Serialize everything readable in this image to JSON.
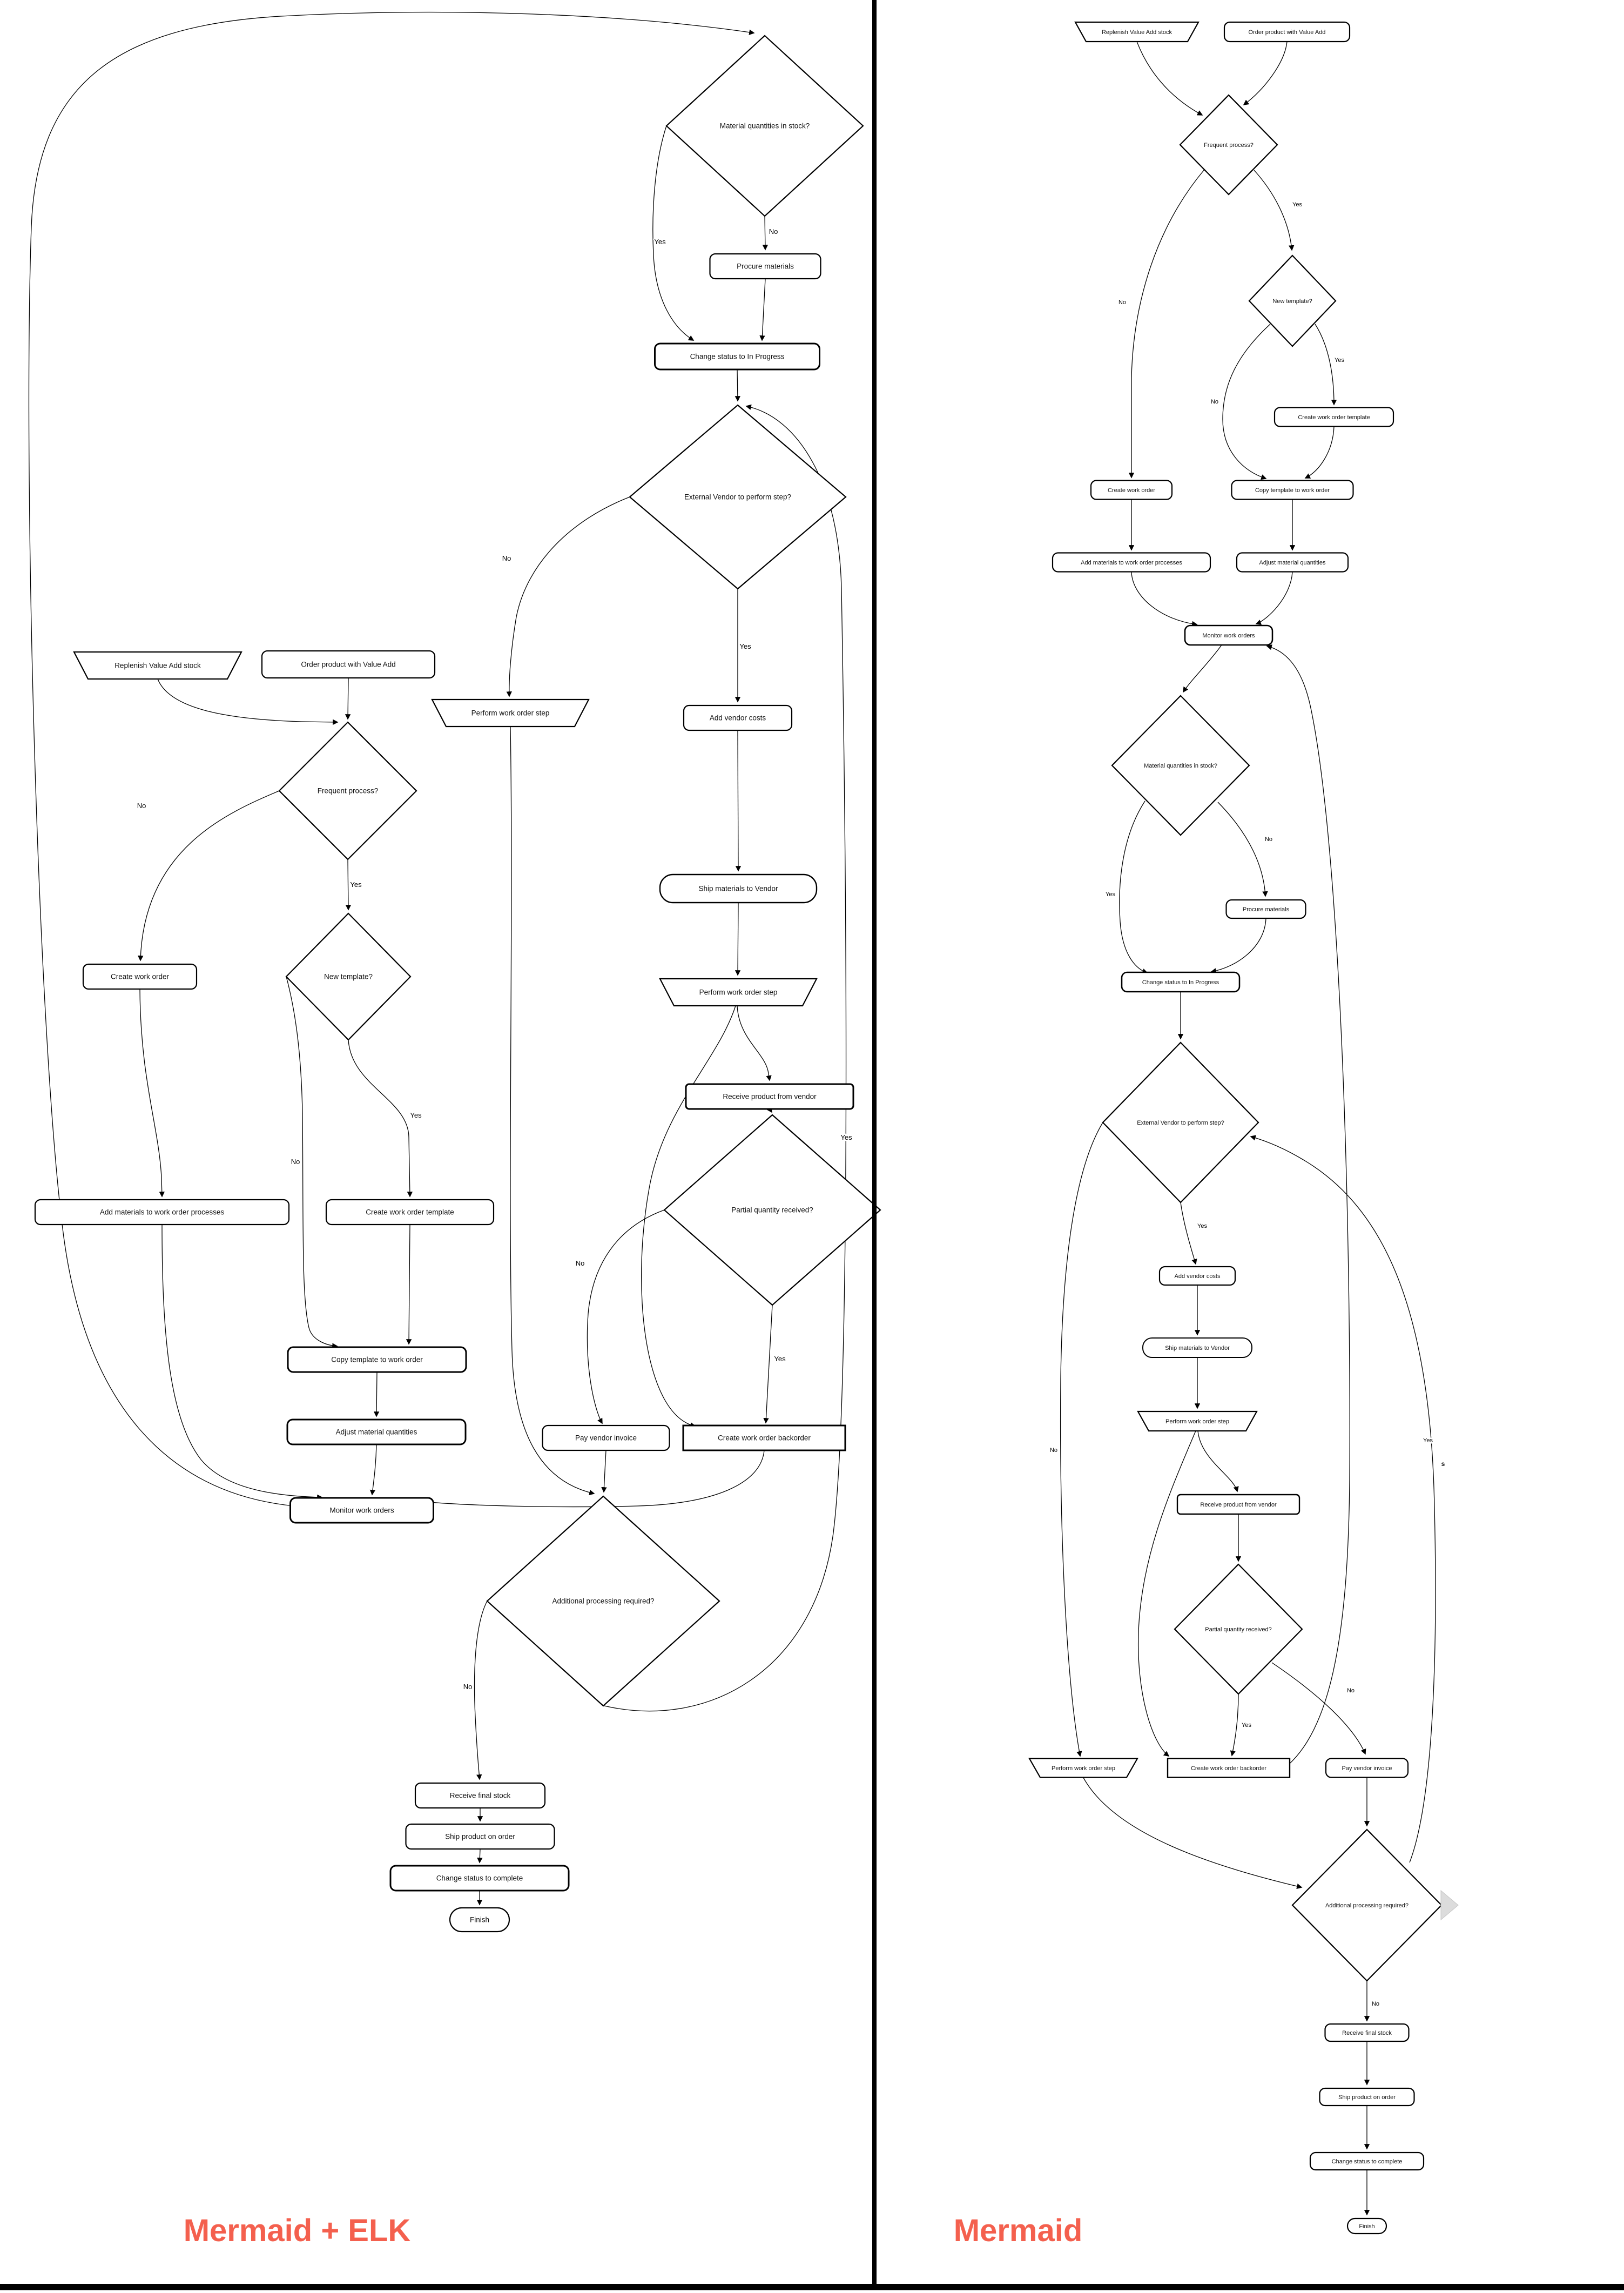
{
  "page": {
    "background": "#ffffff"
  },
  "captions": {
    "left": "Mermaid + ELK",
    "right": "Mermaid",
    "color": "#f4604e"
  },
  "stray_edge_label": "s",
  "flowcharts": {
    "elk": {
      "title": "Mermaid + ELK",
      "nodes": [
        {
          "id": "replenish",
          "label": "Replenish Value Add stock",
          "shape": "trapezoid"
        },
        {
          "id": "order_product",
          "label": "Order product with Value Add",
          "shape": "rounded"
        },
        {
          "id": "frequent",
          "label": "Frequent process?",
          "shape": "diamond"
        },
        {
          "id": "create_wo",
          "label": "Create work order",
          "shape": "rounded"
        },
        {
          "id": "new_template",
          "label": "New template?",
          "shape": "diamond"
        },
        {
          "id": "create_template",
          "label": "Create work order template",
          "shape": "rounded"
        },
        {
          "id": "copy_template",
          "label": "Copy template to work order",
          "shape": "rounded"
        },
        {
          "id": "add_materials",
          "label": "Add materials to work order processes",
          "shape": "rounded"
        },
        {
          "id": "adjust_qty",
          "label": "Adjust material quantities",
          "shape": "rounded"
        },
        {
          "id": "monitor",
          "label": "Monitor work orders",
          "shape": "rounded"
        },
        {
          "id": "mat_in_stock",
          "label": "Material quantities in stock?",
          "shape": "diamond"
        },
        {
          "id": "procure",
          "label": "Procure materials",
          "shape": "rounded"
        },
        {
          "id": "status_progress",
          "label": "Change status to In Progress",
          "shape": "rounded"
        },
        {
          "id": "ext_vendor",
          "label": "External Vendor to perform step?",
          "shape": "diamond"
        },
        {
          "id": "vendor_costs",
          "label": "Add vendor costs",
          "shape": "rounded"
        },
        {
          "id": "ship_materials",
          "label": "Ship materials to Vendor",
          "shape": "rounded"
        },
        {
          "id": "perform_step_vendor",
          "label": "Perform work order step",
          "shape": "trapezoid"
        },
        {
          "id": "perform_step_internal",
          "label": "Perform work order step",
          "shape": "trapezoid"
        },
        {
          "id": "receive_vendor",
          "label": "Receive product from vendor",
          "shape": "rounded"
        },
        {
          "id": "partial_qty",
          "label": "Partial quantity received?",
          "shape": "diamond"
        },
        {
          "id": "pay_invoice",
          "label": "Pay vendor invoice",
          "shape": "rounded"
        },
        {
          "id": "backorder",
          "label": "Create work order backorder",
          "shape": "rect"
        },
        {
          "id": "addl_processing",
          "label": "Additional processing required?",
          "shape": "diamond"
        },
        {
          "id": "receive_final",
          "label": "Receive final stock",
          "shape": "rounded"
        },
        {
          "id": "ship_product",
          "label": "Ship product on order",
          "shape": "rounded"
        },
        {
          "id": "status_complete",
          "label": "Change status to complete",
          "shape": "rounded"
        },
        {
          "id": "finish",
          "label": "Finish",
          "shape": "stadium"
        }
      ],
      "edges": [
        {
          "f": "replenish",
          "t": "frequent"
        },
        {
          "f": "order_product",
          "t": "frequent"
        },
        {
          "f": "frequent",
          "t": "create_wo",
          "l": "No"
        },
        {
          "f": "frequent",
          "t": "new_template",
          "l": "Yes"
        },
        {
          "f": "new_template",
          "t": "create_template",
          "l": "Yes"
        },
        {
          "f": "new_template",
          "t": "copy_template",
          "l": "No"
        },
        {
          "f": "create_template",
          "t": "copy_template"
        },
        {
          "f": "create_wo",
          "t": "add_materials"
        },
        {
          "f": "copy_template",
          "t": "adjust_qty"
        },
        {
          "f": "add_materials",
          "t": "monitor"
        },
        {
          "f": "adjust_qty",
          "t": "monitor"
        },
        {
          "f": "backorder",
          "t": "monitor"
        },
        {
          "f": "monitor",
          "t": "mat_in_stock"
        },
        {
          "f": "mat_in_stock",
          "t": "procure",
          "l": "No"
        },
        {
          "f": "mat_in_stock",
          "t": "status_progress",
          "l": "Yes"
        },
        {
          "f": "procure",
          "t": "status_progress"
        },
        {
          "f": "status_progress",
          "t": "ext_vendor"
        },
        {
          "f": "addl_processing",
          "t": "ext_vendor",
          "l": "Yes"
        },
        {
          "f": "ext_vendor",
          "t": "vendor_costs",
          "l": "Yes"
        },
        {
          "f": "ext_vendor",
          "t": "perform_step_internal",
          "l": "No"
        },
        {
          "f": "vendor_costs",
          "t": "ship_materials"
        },
        {
          "f": "ship_materials",
          "t": "perform_step_vendor"
        },
        {
          "f": "perform_step_vendor",
          "t": "receive_vendor"
        },
        {
          "f": "perform_step_vendor",
          "t": "backorder"
        },
        {
          "f": "receive_vendor",
          "t": "partial_qty"
        },
        {
          "f": "partial_qty",
          "t": "backorder",
          "l": "Yes"
        },
        {
          "f": "partial_qty",
          "t": "pay_invoice",
          "l": "No"
        },
        {
          "f": "pay_invoice",
          "t": "addl_processing"
        },
        {
          "f": "perform_step_internal",
          "t": "addl_processing"
        },
        {
          "f": "addl_processing",
          "t": "receive_final",
          "l": "No"
        },
        {
          "f": "receive_final",
          "t": "ship_product"
        },
        {
          "f": "ship_product",
          "t": "status_complete"
        },
        {
          "f": "status_complete",
          "t": "finish"
        }
      ]
    },
    "mermaid": {
      "title": "Mermaid",
      "nodes": [
        {
          "id": "replenish",
          "label": "Replenish Value Add stock",
          "shape": "trapezoid"
        },
        {
          "id": "order_product",
          "label": "Order product with Value Add",
          "shape": "rounded"
        },
        {
          "id": "frequent",
          "label": "Frequent process?",
          "shape": "diamond"
        },
        {
          "id": "create_wo",
          "label": "Create work order",
          "shape": "rounded"
        },
        {
          "id": "new_template",
          "label": "New template?",
          "shape": "diamond"
        },
        {
          "id": "create_template",
          "label": "Create work order template",
          "shape": "rounded"
        },
        {
          "id": "copy_template",
          "label": "Copy template to work order",
          "shape": "rounded"
        },
        {
          "id": "add_materials",
          "label": "Add materials to work order processes",
          "shape": "rounded"
        },
        {
          "id": "adjust_qty",
          "label": "Adjust material quantities",
          "shape": "rounded"
        },
        {
          "id": "monitor",
          "label": "Monitor work orders",
          "shape": "rounded"
        },
        {
          "id": "mat_in_stock",
          "label": "Material quantities in stock?",
          "shape": "diamond"
        },
        {
          "id": "procure",
          "label": "Procure materials",
          "shape": "rounded"
        },
        {
          "id": "status_progress",
          "label": "Change status to In Progress",
          "shape": "rounded"
        },
        {
          "id": "ext_vendor",
          "label": "External Vendor to perform step?",
          "shape": "diamond"
        },
        {
          "id": "vendor_costs",
          "label": "Add vendor costs",
          "shape": "rounded"
        },
        {
          "id": "ship_materials",
          "label": "Ship materials to Vendor",
          "shape": "rounded"
        },
        {
          "id": "perform_step_vendor",
          "label": "Perform work order step",
          "shape": "trapezoid"
        },
        {
          "id": "perform_step_internal",
          "label": "Perform work order step",
          "shape": "trapezoid"
        },
        {
          "id": "receive_vendor",
          "label": "Receive product from vendor",
          "shape": "rounded"
        },
        {
          "id": "partial_qty",
          "label": "Partial quantity received?",
          "shape": "diamond"
        },
        {
          "id": "pay_invoice",
          "label": "Pay vendor invoice",
          "shape": "rounded"
        },
        {
          "id": "backorder",
          "label": "Create work order backorder",
          "shape": "rect"
        },
        {
          "id": "addl_processing",
          "label": "Additional processing required?",
          "shape": "diamond"
        },
        {
          "id": "receive_final",
          "label": "Receive final stock",
          "shape": "rounded"
        },
        {
          "id": "ship_product",
          "label": "Ship product on order",
          "shape": "rounded"
        },
        {
          "id": "status_complete",
          "label": "Change status to complete",
          "shape": "rounded"
        },
        {
          "id": "finish",
          "label": "Finish",
          "shape": "stadium"
        }
      ],
      "edges": [
        {
          "f": "replenish",
          "t": "frequent"
        },
        {
          "f": "order_product",
          "t": "frequent"
        },
        {
          "f": "frequent",
          "t": "create_wo",
          "l": "No"
        },
        {
          "f": "frequent",
          "t": "new_template",
          "l": "Yes"
        },
        {
          "f": "new_template",
          "t": "create_template",
          "l": "Yes"
        },
        {
          "f": "new_template",
          "t": "copy_template",
          "l": "No"
        },
        {
          "f": "create_template",
          "t": "copy_template"
        },
        {
          "f": "create_wo",
          "t": "add_materials"
        },
        {
          "f": "copy_template",
          "t": "adjust_qty"
        },
        {
          "f": "add_materials",
          "t": "monitor"
        },
        {
          "f": "adjust_qty",
          "t": "monitor"
        },
        {
          "f": "backorder",
          "t": "monitor"
        },
        {
          "f": "monitor",
          "t": "mat_in_stock"
        },
        {
          "f": "mat_in_stock",
          "t": "procure",
          "l": "No"
        },
        {
          "f": "mat_in_stock",
          "t": "status_progress",
          "l": "Yes"
        },
        {
          "f": "procure",
          "t": "status_progress"
        },
        {
          "f": "status_progress",
          "t": "ext_vendor"
        },
        {
          "f": "addl_processing",
          "t": "ext_vendor",
          "l": "Yes"
        },
        {
          "f": "ext_vendor",
          "t": "vendor_costs",
          "l": "Yes"
        },
        {
          "f": "ext_vendor",
          "t": "perform_step_internal",
          "l": "No"
        },
        {
          "f": "vendor_costs",
          "t": "ship_materials"
        },
        {
          "f": "ship_materials",
          "t": "perform_step_vendor"
        },
        {
          "f": "perform_step_vendor",
          "t": "receive_vendor"
        },
        {
          "f": "perform_step_vendor",
          "t": "backorder"
        },
        {
          "f": "receive_vendor",
          "t": "partial_qty"
        },
        {
          "f": "partial_qty",
          "t": "backorder",
          "l": "Yes"
        },
        {
          "f": "partial_qty",
          "t": "pay_invoice",
          "l": "No"
        },
        {
          "f": "pay_invoice",
          "t": "addl_processing"
        },
        {
          "f": "perform_step_internal",
          "t": "addl_processing"
        },
        {
          "f": "addl_processing",
          "t": "receive_final",
          "l": "No"
        },
        {
          "f": "receive_final",
          "t": "ship_product"
        },
        {
          "f": "ship_product",
          "t": "status_complete"
        },
        {
          "f": "status_complete",
          "t": "finish"
        }
      ]
    }
  }
}
